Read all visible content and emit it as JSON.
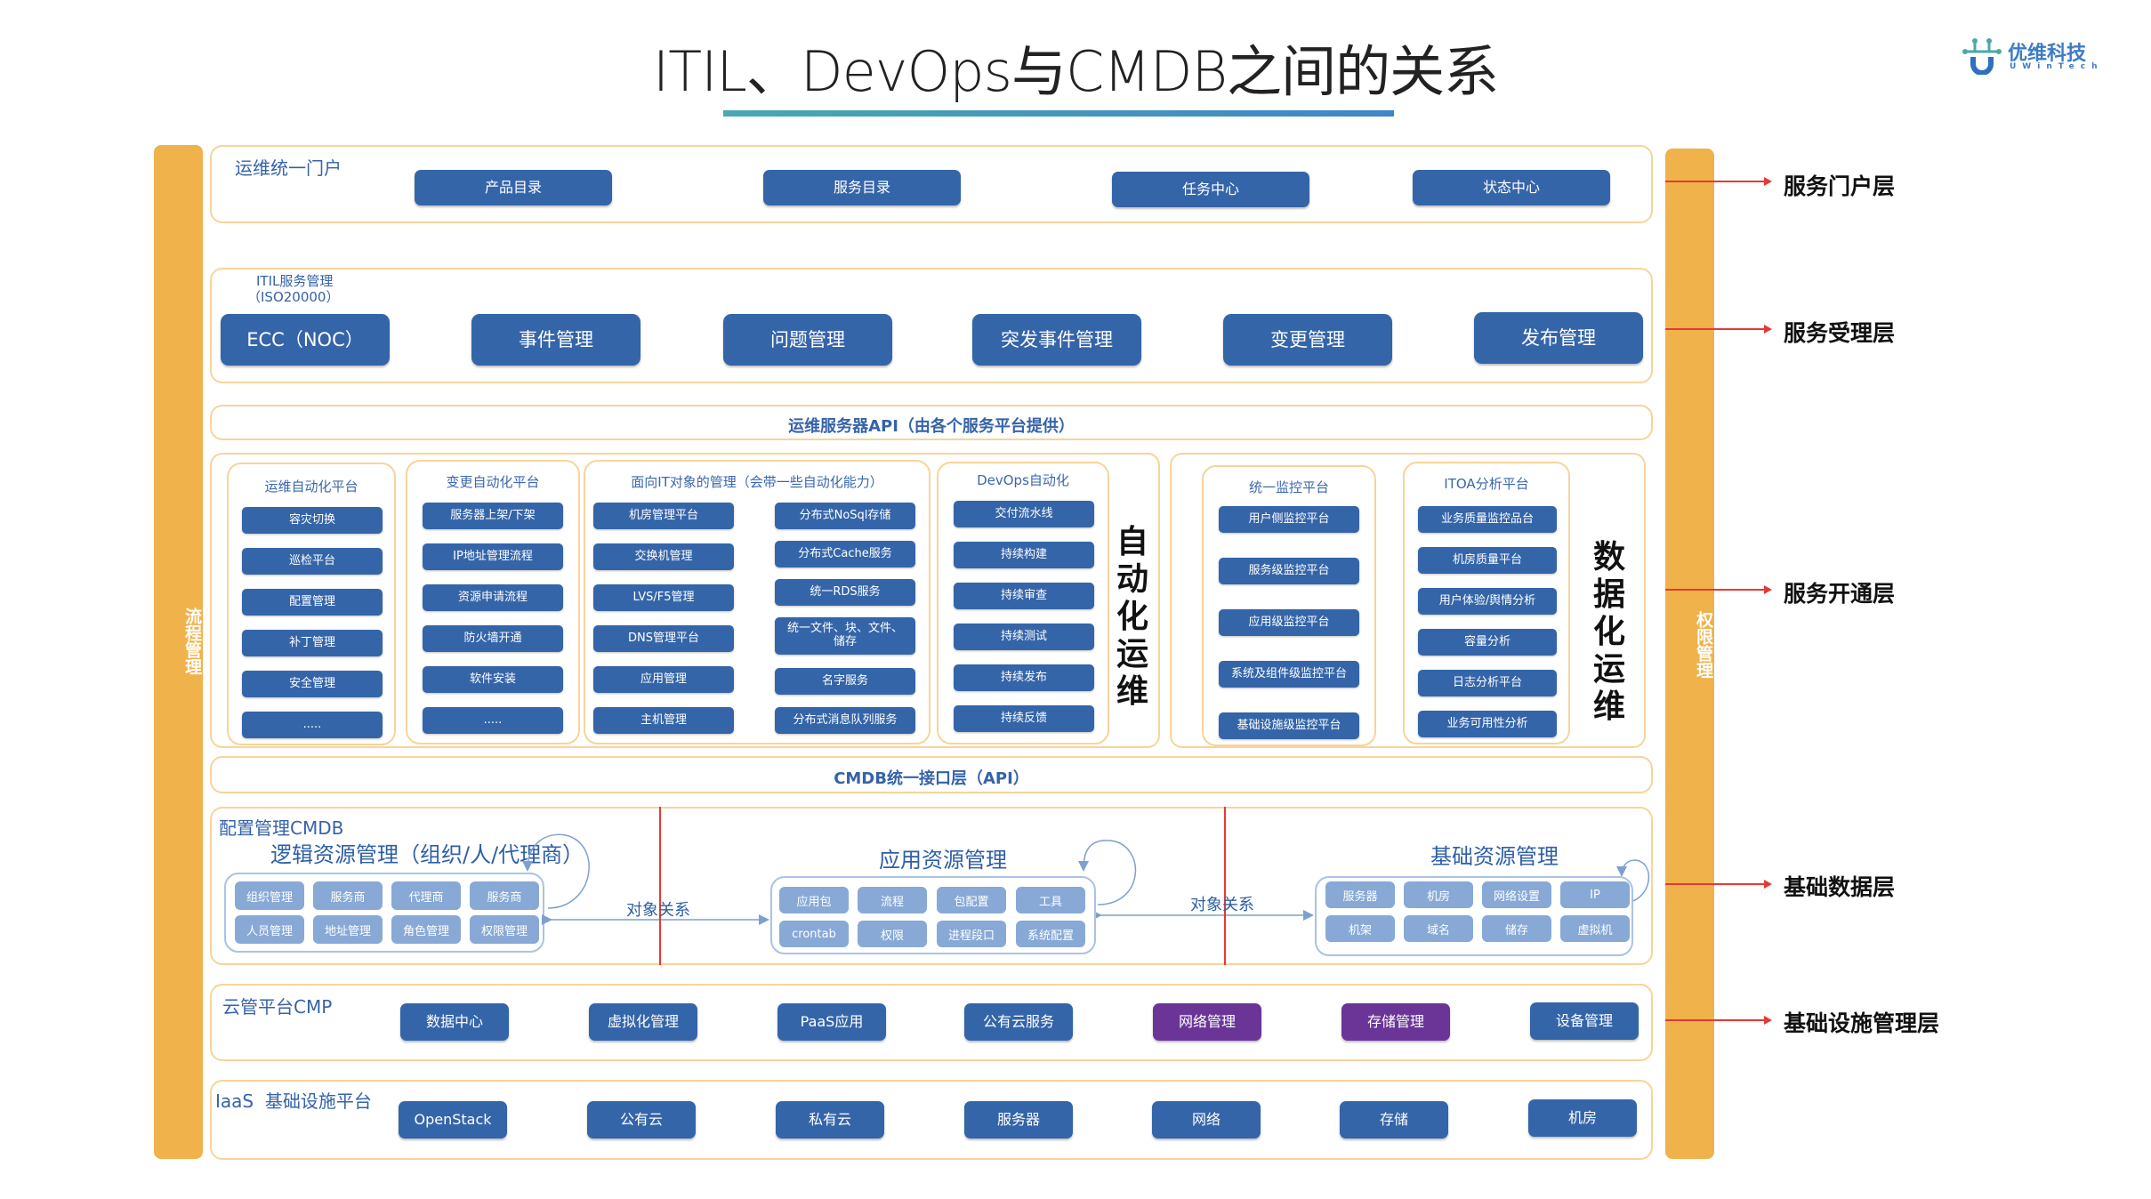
{
  "title": "ITIL、DevOps与CMDB之间的关系",
  "logo": {
    "cn": "优维科技",
    "en": "UWinTech",
    "icon": "uwintech-logo-icon"
  },
  "side_bars": {
    "left": "流程管理",
    "right": "权限管理"
  },
  "layers": {
    "portal": {
      "title": "运维统一门户",
      "items": [
        "产品目录",
        "服务目录",
        "任务中心",
        "状态中心"
      ]
    },
    "itil": {
      "title_line1": "ITIL服务管理",
      "title_line2": "（ISO20000）",
      "items": [
        "ECC（NOC）",
        "事件管理",
        "问题管理",
        "突发事件管理",
        "变更管理",
        "发布管理"
      ]
    },
    "ops_api": {
      "label": "运维服务器API（由各个服务平台提供）"
    },
    "automation": {
      "label": "自动化运维",
      "groups": [
        {
          "title": "运维自动化平台",
          "items": [
            "容灾切换",
            "巡检平台",
            "配置管理",
            "补丁管理",
            "安全管理",
            "....."
          ]
        },
        {
          "title": "变更自动化平台",
          "items": [
            "服务器上架/下架",
            "IP地址管理流程",
            "资源申请流程",
            "防火墙开通",
            "软件安装",
            "....."
          ]
        },
        {
          "title": "面向IT对象的管理（会带一些自动化能力）",
          "left_items": [
            "机房管理平台",
            "交换机管理",
            "LVS/F5管理",
            "DNS管理平台",
            "应用管理",
            "主机管理"
          ],
          "right_items": [
            "分布式NoSql存储",
            "分布式Cache服务",
            "统一RDS服务",
            "统一文件、块、文件、储存",
            "名字服务",
            "分布式消息队列服务"
          ]
        },
        {
          "title": "DevOps自动化",
          "items": [
            "交付流水线",
            "持续构建",
            "持续审查",
            "持续测试",
            "持续发布",
            "持续反馈"
          ]
        }
      ]
    },
    "data_ops": {
      "label": "数据化运维",
      "groups": [
        {
          "title": "统一监控平台",
          "items": [
            "用户侧监控平台",
            "服务级监控平台",
            "应用级监控平台",
            "系统及组件级监控平台",
            "基础设施级监控平台"
          ]
        },
        {
          "title": "ITOA分析平台",
          "items": [
            "业务质量监控品台",
            "机房质量平台",
            "用户体验/舆情分析",
            "容量分析",
            "日志分析平台",
            "业务可用性分析"
          ]
        }
      ]
    },
    "cmdb_api": {
      "label": "CMDB统一接口层（API）"
    },
    "cmdb": {
      "title": "配置管理CMDB",
      "relation_label": "对象关系",
      "sections": [
        {
          "title": "逻辑资源管理（组织/人/代理商）",
          "cells": [
            "组织管理",
            "服务商",
            "代理商",
            "服务商",
            "人员管理",
            "地址管理",
            "角色管理",
            "权限管理"
          ]
        },
        {
          "title": "应用资源管理",
          "cells": [
            "应用包",
            "流程",
            "包配置",
            "工具",
            "crontab",
            "权限",
            "进程段口",
            "系统配置"
          ]
        },
        {
          "title": "基础资源管理",
          "cells": [
            "服务器",
            "机房",
            "网络设置",
            "IP",
            "机架",
            "域名",
            "储存",
            "虚拟机"
          ]
        }
      ]
    },
    "cmp": {
      "title": "云管平台CMP",
      "items": [
        {
          "label": "数据中心",
          "color": "#3565a9"
        },
        {
          "label": "虚拟化管理",
          "color": "#3565a9"
        },
        {
          "label": "PaaS应用",
          "color": "#3565a9"
        },
        {
          "label": "公有云服务",
          "color": "#3565a9"
        },
        {
          "label": "网络管理",
          "color": "#6b3598"
        },
        {
          "label": "存储管理",
          "color": "#6b3598"
        },
        {
          "label": "设备管理",
          "color": "#3565a9"
        }
      ]
    },
    "iaas": {
      "title": "IaaS  基础设施平台",
      "items": [
        "OpenStack",
        "公有云",
        "私有云",
        "服务器",
        "网络",
        "存储",
        "机房"
      ]
    }
  },
  "right_labels": [
    "服务门户层",
    "服务受理层",
    "服务开通层",
    "基础数据层",
    "基础设施管理层"
  ],
  "colors": {
    "accent_blue": "#3565a9",
    "purple": "#6b3598",
    "orange": "#f0b24a",
    "border": "#f7d49a",
    "arrow_red": "#e53935",
    "cell_blue": "#88a9d6"
  }
}
